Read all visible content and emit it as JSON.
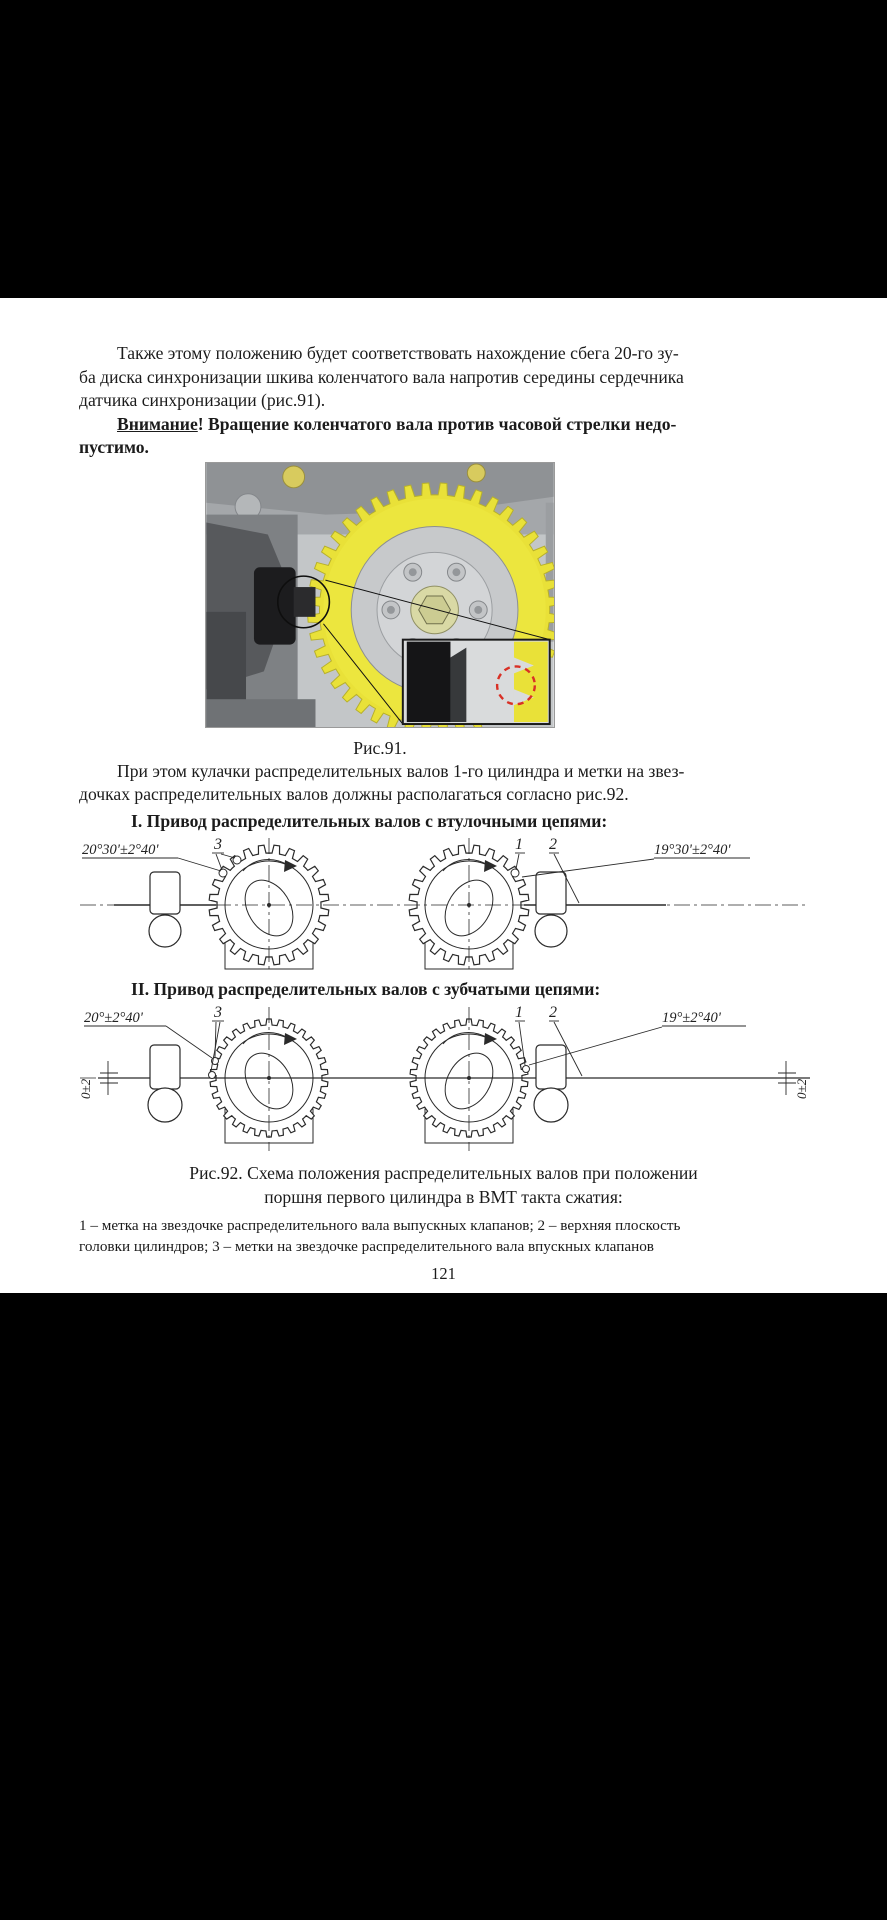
{
  "colors": {
    "gear_yellow": "#e9e138",
    "highlight_red": "#d93025",
    "page_background": "#ffffff",
    "letterbox": "#000000"
  },
  "document": {
    "para_sync": "Также этому положению будет соответствовать нахождение сбега 20-го зу-\nба диска синхронизации шкива коленчатого вала напротив середины сердечника\nдатчика синхронизации (рис.91).",
    "warning_underlined": "Внимание",
    "warning_rest": "! Вращение коленчатого вала против часовой стрелки недо-\nпустимо.",
    "fig91_caption": "Рис.91.",
    "para_cams": "При этом кулачки распределительных валов 1-го цилиндра и метки на звез-\nдочках распределительных валов должны располагаться согласно рис.92.",
    "heading_bushing": "I. Привод распределительных валов с втулочными цепями:",
    "heading_toothed": "II. Привод распределительных валов с зубчатыми цепями:",
    "fig92_caption": "Рис.92. Схема положения распределительных валов при положении\nпоршня первого цилиндра в ВМТ такта сжатия:",
    "legend": "1 – метка на звездочке распределительного вала выпускных клапанов; 2 – верхняя плоскость\nголовки цилиндров; 3 – метки на звездочке распределительного вала впускных клапанов",
    "page_number": "121"
  },
  "drawing_bushing": {
    "angle_left": "20°30'±2°40'",
    "angle_right": "19°30'±2°40'",
    "label_intake_marks": "3",
    "label_exhaust_mark": "1",
    "label_head_plane": "2"
  },
  "drawing_toothed": {
    "angle_left": "20°±2°40'",
    "angle_right": "19°±2°40'",
    "label_intake_marks": "3",
    "label_exhaust_mark": "1",
    "label_head_plane": "2",
    "dim_left": "0±2",
    "dim_right": "0±2"
  }
}
